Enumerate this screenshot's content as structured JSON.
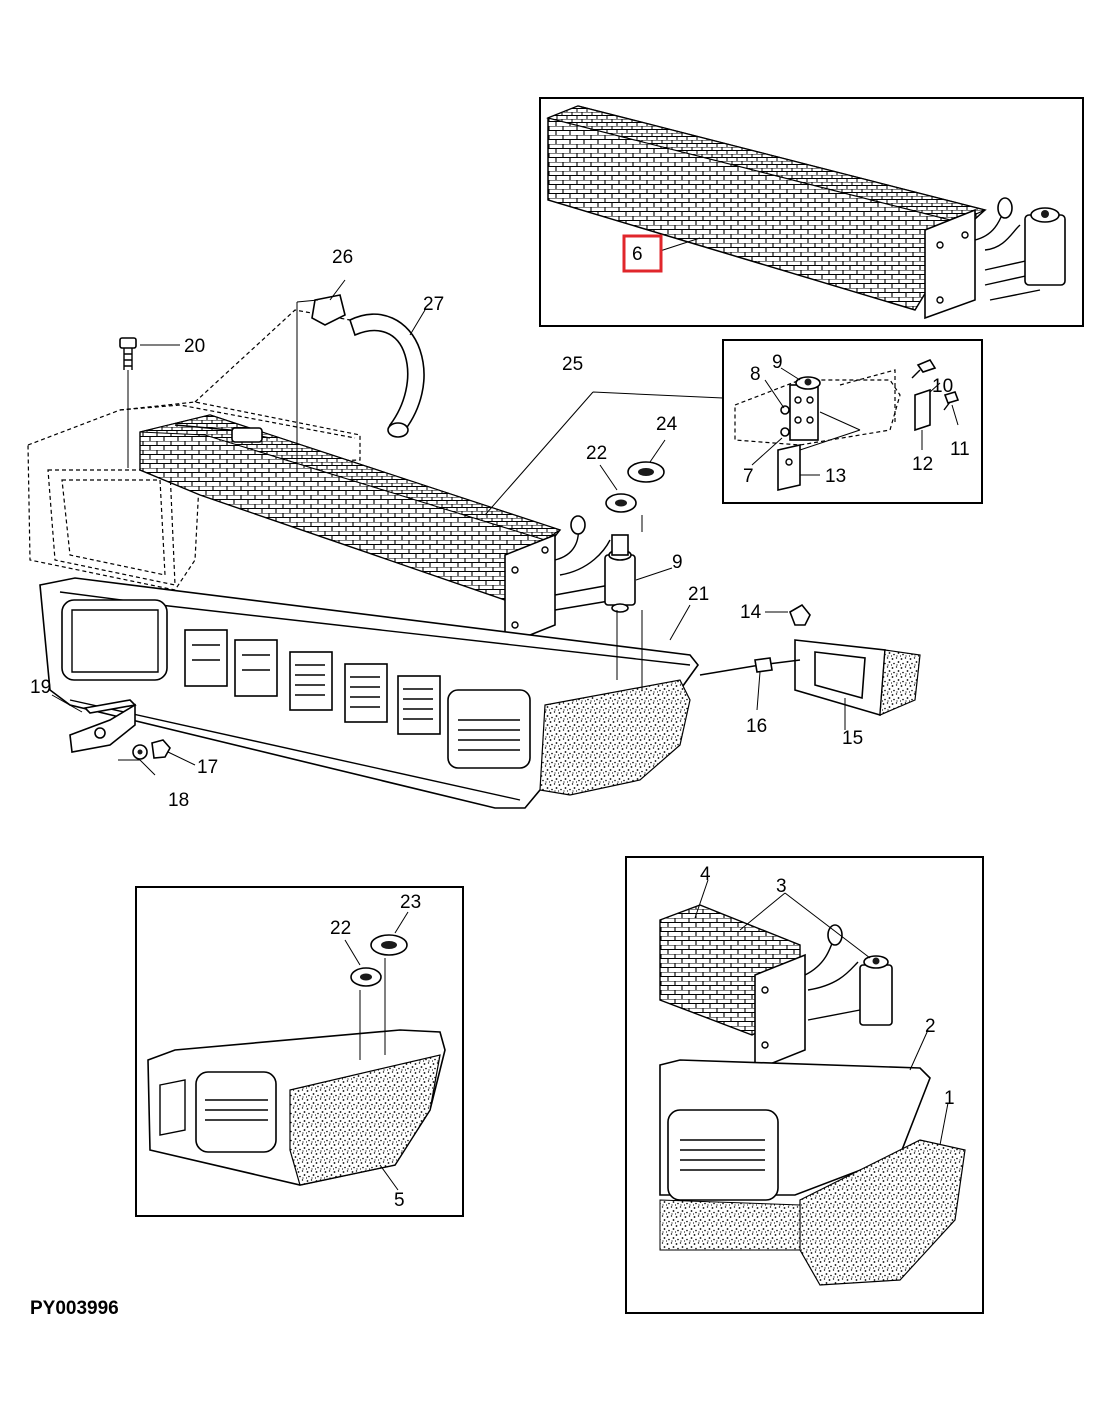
{
  "figure_code": "PY003996",
  "callouts": {
    "c1": "1",
    "c2": "2",
    "c3": "3",
    "c4": "4",
    "c5": "5",
    "c6": "6",
    "c7": "7",
    "c8": "8",
    "c9a": "9",
    "c9b": "9",
    "c10": "10",
    "c11": "11",
    "c12": "12",
    "c13": "13",
    "c14": "14",
    "c15": "15",
    "c16": "16",
    "c17": "17",
    "c18": "18",
    "c19": "19",
    "c20": "20",
    "c21": "21",
    "c22a": "22",
    "c22b": "22",
    "c23": "23",
    "c24": "24",
    "c25": "25",
    "c26": "26",
    "c27": "27"
  },
  "highlighted_callout": "6",
  "colors": {
    "highlight": "#e0262b",
    "ink": "#000000"
  }
}
